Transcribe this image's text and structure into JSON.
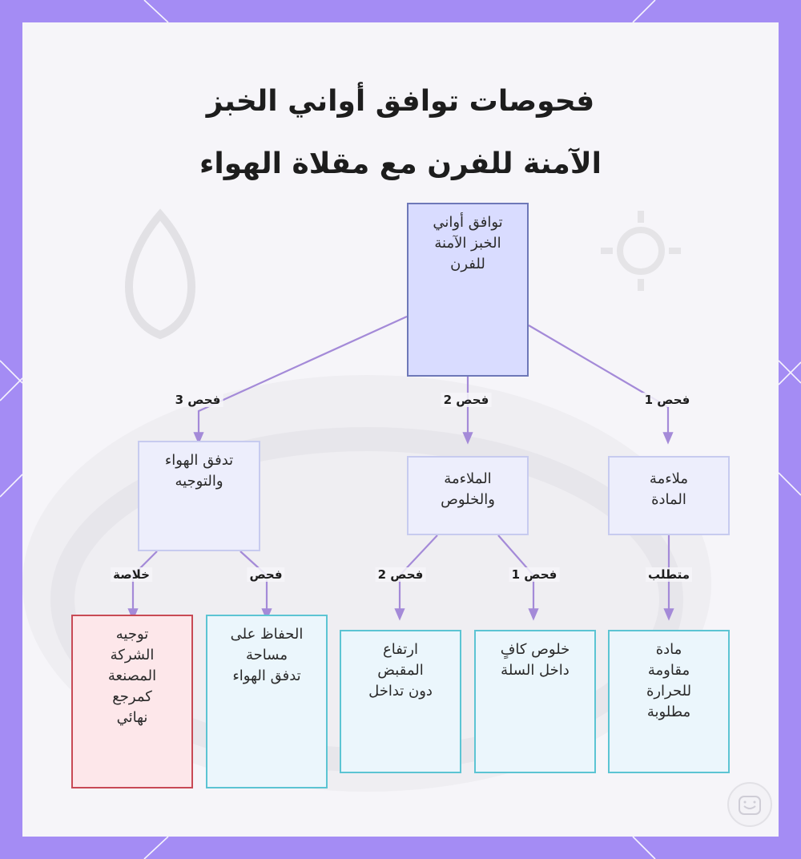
{
  "title": {
    "line1": "فحوصات توافق أواني الخبز",
    "line2": "الآمنة للفرن مع مقلاة الهواء"
  },
  "nodes": {
    "root": [
      "توافق أواني",
      "الخبز الآمنة",
      "للفرن"
    ],
    "material": [
      "ملاءمة",
      "المادة"
    ],
    "fit": [
      "الملاءمة",
      "والخلوص"
    ],
    "airflow": [
      "تدفق الهواء",
      "والتوجيه"
    ],
    "heat_resistant": [
      "مادة",
      "مقاومة",
      "للحرارة",
      "مطلوبة"
    ],
    "basket_clearance": [
      "خلوص كافٍ",
      "داخل السلة"
    ],
    "handle_height": [
      "ارتفاع",
      "المقبض",
      "دون تداخل"
    ],
    "airflow_space": [
      "الحفاظ على",
      "مساحة",
      "تدفق الهواء"
    ],
    "manufacturer": [
      "توجيه",
      "الشركة",
      "المصنعة",
      "كمرجع",
      "نهائي"
    ]
  },
  "edge_labels": {
    "check1": "فحص 1",
    "check2": "فحص 2",
    "check3": "فحص 3",
    "requires": "متطلب",
    "fit_check1": "فحص 1",
    "fit_check2": "فحص 2",
    "airflow_check": "فحص",
    "conclusion": "خلاصة"
  },
  "colors": {
    "frame": "#a48cf4",
    "edge": "#a48ad8",
    "root_fill": "#d9dcff",
    "leaf_border": "#5cc4d3",
    "conclusion_border": "#c84a55"
  }
}
